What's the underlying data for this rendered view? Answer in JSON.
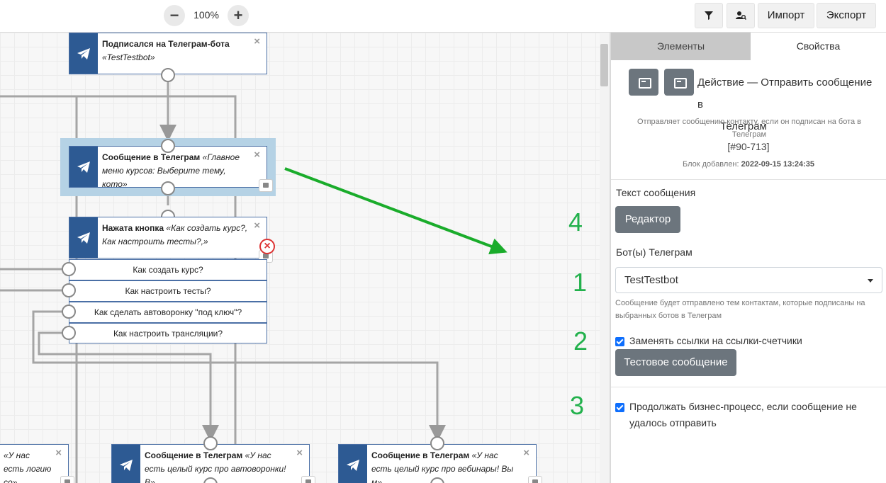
{
  "toolbar": {
    "zoom_out": "−",
    "zoom_level": "100%",
    "zoom_in": "+",
    "import_label": "Импорт",
    "export_label": "Экспорт",
    "filter_icon": "filter-icon",
    "user_search_icon": "user-search-icon"
  },
  "canvas": {
    "nodes": [
      {
        "title": "Подписался на Телеграм-бота",
        "subtitle": "«TestTestbot»"
      },
      {
        "title": "Сообщение в Телеграм",
        "subtitle": "«Главное меню курсов: Выберите тему, кото»"
      },
      {
        "title": "Нажата кнопка",
        "subtitle": "«Как создать курс?, Как настроить тесты?,»"
      },
      {
        "title": "",
        "subtitle": "«У нас есть логию со»"
      },
      {
        "title": "Сообщение в Телеграм",
        "subtitle": "«У нас есть целый курс про автоворонки! В»"
      },
      {
        "title": "Сообщение в Телеграм",
        "subtitle": "«У нас есть целый курс про вебинары! Вы м»"
      }
    ],
    "choices": [
      "Как создать курс?",
      "Как настроить тесты?",
      "Как сделать автоворонку \"под ключ\"?",
      "Как настроить трансляции?"
    ],
    "close_glyph": "×",
    "error_glyph": "×"
  },
  "annotations": [
    "4",
    "1",
    "2",
    "3"
  ],
  "panel": {
    "tabs": [
      "Элементы",
      "Свойства"
    ],
    "title_line1": "Действие — Отправить сообщение в",
    "title_line2": "Телеграм",
    "description": "Отправляет сообщению контакту, если он подписан на бота в Телеграм",
    "block_id": "[#90-713]",
    "added_label": "Блок добавлен:",
    "added_value": "2022-09-15 13:24:35",
    "message_text_label": "Текст сообщения",
    "editor_button": "Редактор",
    "bots_label": "Бот(ы) Телеграм",
    "bot_selected": "TestTestbot",
    "bots_help": "Сообщение будет отправлено тем контактам, которые подписаны на выбранных ботов в Телеграм",
    "replace_links_label": "Заменять ссылки на ссылки-счетчики",
    "replace_links_checked": true,
    "test_message_button": "Тестовое сообщение",
    "continue_label": "Продолжать бизнес-процесс, если сообщение не удалось отправить",
    "continue_checked": true
  },
  "colors": {
    "node_icon": "#2d5a93",
    "selection": "#b5d2e5",
    "annotation": "#22b14c",
    "button_gray": "#6c757d",
    "checkbox": "#0d6efd"
  }
}
